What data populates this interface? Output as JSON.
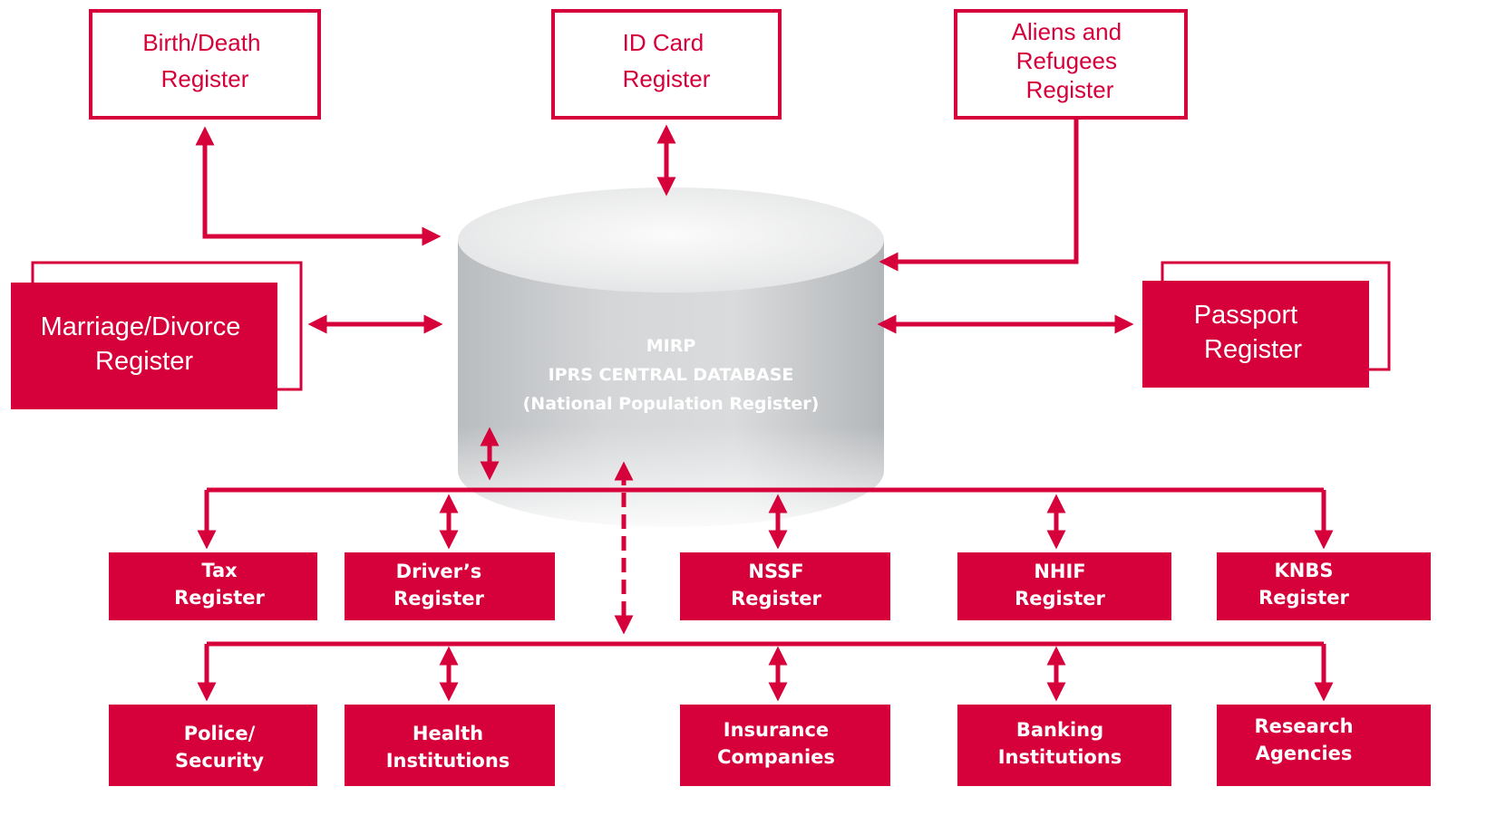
{
  "colors": {
    "accent": "#d6003a",
    "white": "#ffffff",
    "db_top": "#f4f4f4",
    "db_side": "#c9cbcd",
    "db_text": "#ffffff"
  },
  "central_db": {
    "line1": "MIRP",
    "line2": "IPRS CENTRAL DATABASE",
    "line3": "(National Population Register)"
  },
  "top_registers": [
    {
      "id": "birth-death",
      "lines": [
        "Birth/Death",
        "Register"
      ]
    },
    {
      "id": "id-card",
      "lines": [
        "ID Card",
        "Register"
      ]
    },
    {
      "id": "aliens-refugees",
      "lines": [
        "Aliens and",
        "Refugees",
        "Register"
      ]
    }
  ],
  "side_registers": [
    {
      "id": "marriage-divorce",
      "lines": [
        "Marriage/Divorce",
        "Register"
      ]
    },
    {
      "id": "passport",
      "lines": [
        "Passport",
        "Register"
      ]
    }
  ],
  "government_registers": [
    {
      "id": "tax",
      "lines": [
        "Tax",
        "Register"
      ]
    },
    {
      "id": "drivers",
      "lines": [
        "Driver’s",
        "Register"
      ]
    },
    {
      "id": "nssf",
      "lines": [
        "NSSF",
        "Register"
      ]
    },
    {
      "id": "nhif",
      "lines": [
        "NHIF",
        "Register"
      ]
    },
    {
      "id": "knbs",
      "lines": [
        "KNBS",
        "Register"
      ]
    }
  ],
  "external_users": [
    {
      "id": "police-security",
      "lines": [
        "Police/",
        "Security"
      ]
    },
    {
      "id": "health",
      "lines": [
        "Health",
        "Institutions"
      ]
    },
    {
      "id": "insurance",
      "lines": [
        "Insurance",
        "Companies"
      ]
    },
    {
      "id": "banking",
      "lines": [
        "Banking",
        "Institutions"
      ]
    },
    {
      "id": "research",
      "lines": [
        "Research",
        "Agencies"
      ]
    }
  ]
}
